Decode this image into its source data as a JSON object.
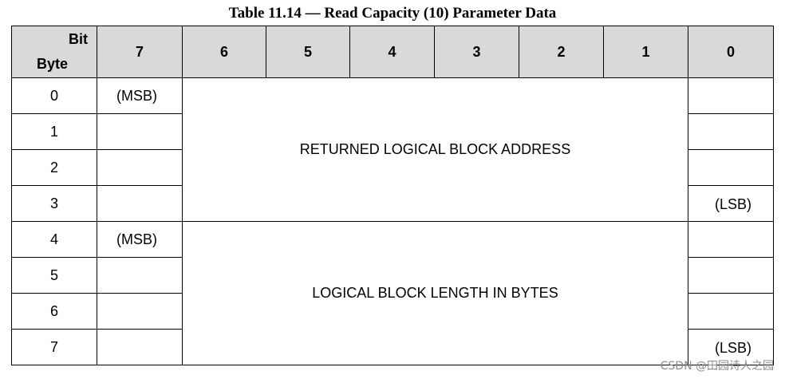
{
  "title": "Table 11.14 — Read Capacity (10) Parameter Data",
  "header": {
    "bit_label": "Bit",
    "byte_label": "Byte",
    "bits": [
      "7",
      "6",
      "5",
      "4",
      "3",
      "2",
      "1",
      "0"
    ]
  },
  "rows": [
    {
      "byte": "0"
    },
    {
      "byte": "1"
    },
    {
      "byte": "2"
    },
    {
      "byte": "3"
    },
    {
      "byte": "4"
    },
    {
      "byte": "5"
    },
    {
      "byte": "6"
    },
    {
      "byte": "7"
    }
  ],
  "fields": [
    {
      "name": "RETURNED LOGICAL BLOCK ADDRESS",
      "msb": "(MSB)",
      "lsb": "(LSB)"
    },
    {
      "name": "LOGICAL BLOCK LENGTH IN BYTES",
      "msb": "(MSB)",
      "lsb": "(LSB)"
    }
  ],
  "watermark": "CSDN @田园诗人之园"
}
